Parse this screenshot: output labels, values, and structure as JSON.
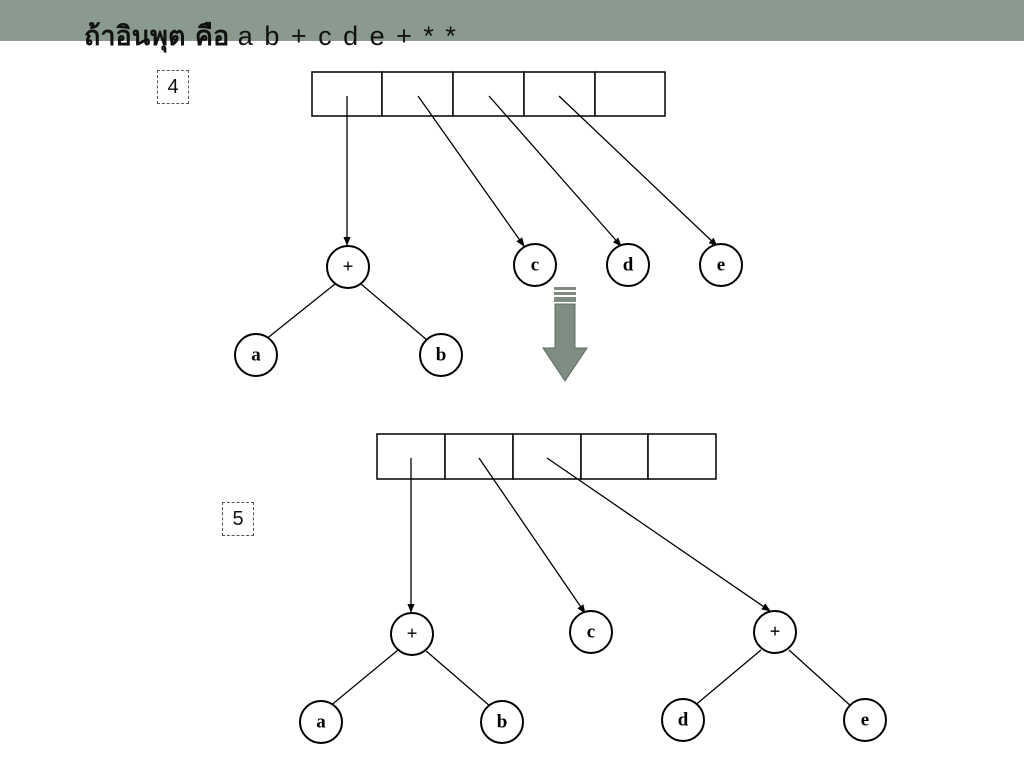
{
  "title": {
    "bold_text": "ถ้าอินพุต คือ",
    "expression": "a b + c d e + * *"
  },
  "steps": [
    {
      "label": "4",
      "stack_cells": 5,
      "nodes": [
        "+",
        "a",
        "b",
        "c",
        "d",
        "e"
      ]
    },
    {
      "label": "5",
      "stack_cells": 5,
      "nodes": [
        "+",
        "a",
        "b",
        "c",
        "+",
        "d",
        "e"
      ]
    }
  ],
  "colors": {
    "header_bar": "#8a9a8f",
    "arrow": "#7f8c82",
    "arrow_stroke": "#5f6b62"
  },
  "icons": {
    "transition_arrow": "down-arrow-icon"
  }
}
